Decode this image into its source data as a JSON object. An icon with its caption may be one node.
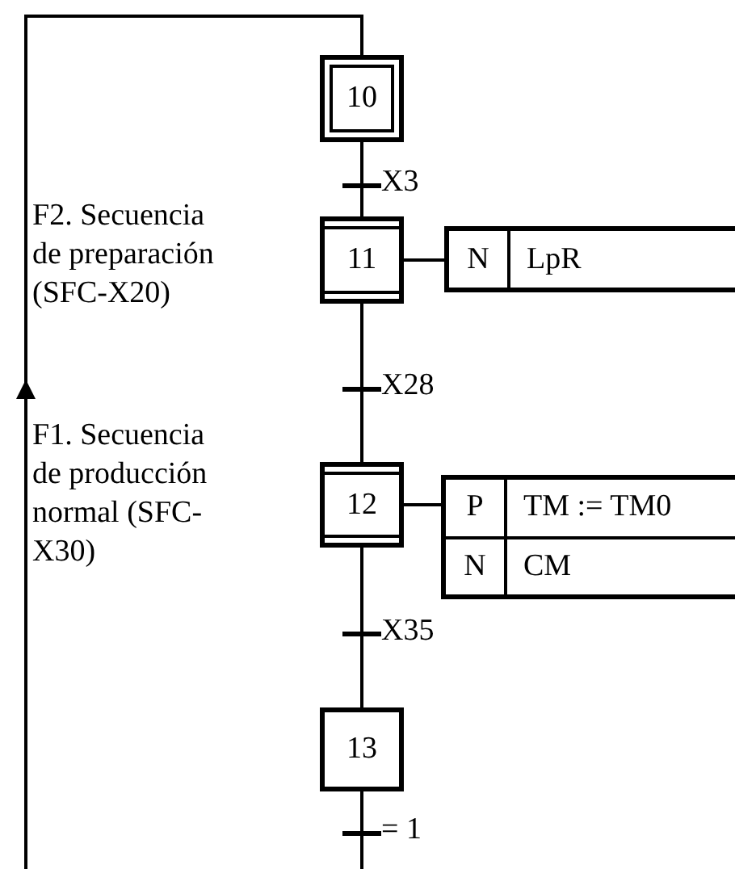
{
  "diagram": {
    "nodes": [
      {
        "text": [
          "10"
        ]
      },
      {
        "text": [
          "11"
        ]
      },
      {
        "text": [
          "N",
          "LpR"
        ]
      },
      {
        "text": [
          "12"
        ]
      },
      {
        "text": [
          "P",
          "TM := TM0",
          "N",
          "CM"
        ]
      },
      {
        "text": [
          "13"
        ]
      }
    ],
    "edges": [
      {
        "from": 0,
        "to": 1,
        "arrow": "none",
        "label": "X3"
      },
      {
        "from": 1,
        "to": 3,
        "arrow": "none",
        "label": "X28"
      },
      {
        "from": 3,
        "to": 5,
        "arrow": "none",
        "label": "X35"
      },
      {
        "from": 5,
        "to": 0,
        "arrow": "to",
        "label": "= 1"
      },
      {
        "from": 1,
        "to": 2,
        "arrow": "none"
      },
      {
        "from": 3,
        "to": 4,
        "arrow": "none"
      }
    ],
    "labels": [
      "F2. Secuencia de preparación (SFC-X20)",
      "F1. Secuencia de producción normal (SFC-X30)"
    ]
  }
}
